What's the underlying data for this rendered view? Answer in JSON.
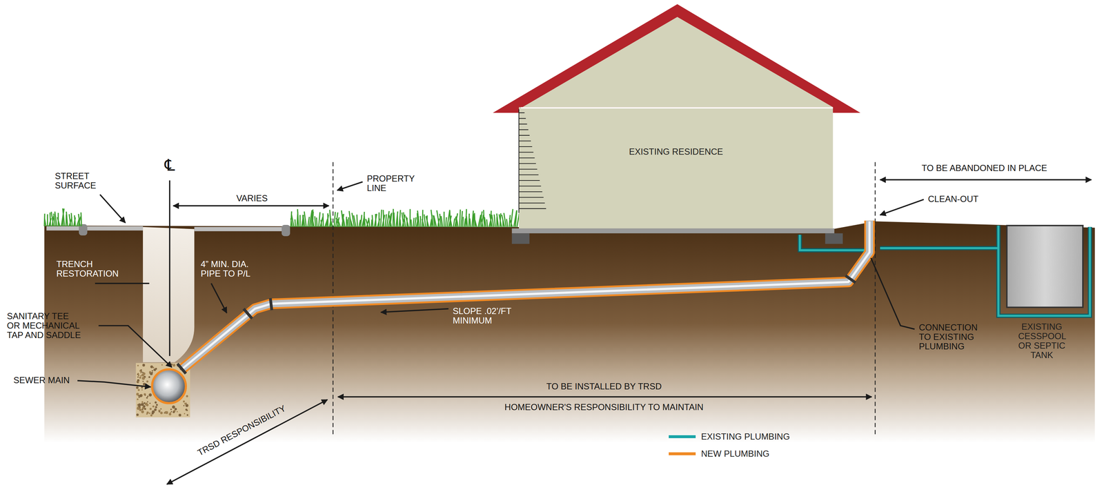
{
  "diagram": {
    "nodes": [
      {
        "text": [
          "EXISTING RESIDENCE"
        ]
      },
      {
        "text": [
          "EXISTING CESSPOOL OR SEPTIC TANK"
        ]
      }
    ],
    "labels": [
      "℄",
      "TO BE ABANDONED IN PLACE",
      "STREET SURFACE",
      "PROPERTY LINE",
      "CLEAN-OUT",
      "VARIES",
      "TRENCH RESTORATION",
      "4” MIN. DIA. PIPE TO P/L",
      "SLOPE .02’/FT MINIMUM",
      "SANITARY TEE OR MECHANICAL TAP AND SADDLE",
      "CONNECTION TO EXISTING PLUMBING",
      "SEWER MAIN",
      "TO BE INSTALLED BY TRSD",
      "HOMEOWNER'S RESPONSIBILITY TO MAINTAIN",
      "TRSD RESPONSIBILITY"
    ],
    "legend": [
      {
        "text": "EXISTING PLUMBING",
        "color": "#1aa5a8"
      },
      {
        "text": "NEW PLUMBING",
        "color": "#f08a24"
      }
    ]
  }
}
